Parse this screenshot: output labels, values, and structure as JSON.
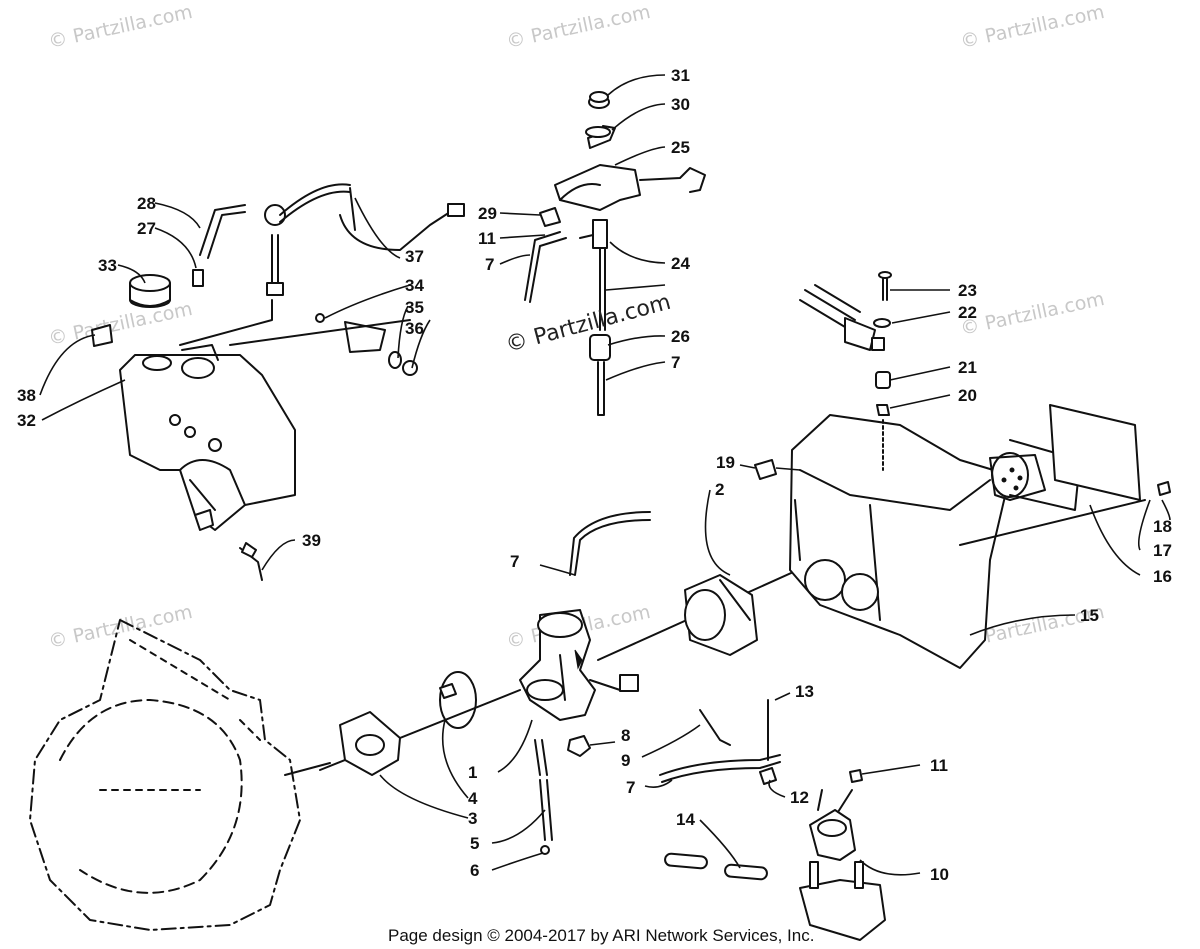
{
  "watermarks": [
    "© Partzilla.com",
    "© Partzilla.com",
    "© Partzilla.com",
    "© Partzilla.com",
    "© Partzilla.com",
    "© Partzilla.com",
    "© Partzilla.com",
    "© Partzilla.com"
  ],
  "center_watermark": "© Partzilla.com",
  "footer": "Page design © 2004-2017 by ARI Network Services, Inc.",
  "callouts": {
    "c1": "1",
    "c2": "2",
    "c3": "3",
    "c4": "4",
    "c5": "5",
    "c6": "6",
    "c7a": "7",
    "c7b": "7",
    "c7c": "7",
    "c7d": "7",
    "c8": "8",
    "c9": "9",
    "c10": "10",
    "c11a": "11",
    "c11b": "11",
    "c12": "12",
    "c13": "13",
    "c14": "14",
    "c15": "15",
    "c16": "16",
    "c17": "17",
    "c18": "18",
    "c19": "19",
    "c20": "20",
    "c21": "21",
    "c22": "22",
    "c23": "23",
    "c24": "24",
    "c25": "25",
    "c26": "26",
    "c27": "27",
    "c28": "28",
    "c29": "29",
    "c30": "30",
    "c31": "31",
    "c32": "32",
    "c33": "33",
    "c34": "34",
    "c35": "35",
    "c36": "36",
    "c37": "37",
    "c38": "38",
    "c39": "39"
  }
}
